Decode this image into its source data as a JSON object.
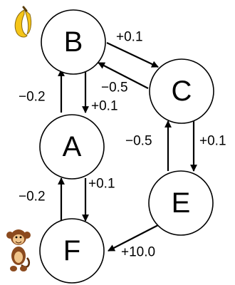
{
  "nodes": [
    {
      "id": "B",
      "label": "B"
    },
    {
      "id": "A",
      "label": "A"
    },
    {
      "id": "F",
      "label": "F"
    },
    {
      "id": "C",
      "label": "C"
    },
    {
      "id": "E",
      "label": "E"
    }
  ],
  "edges": [
    {
      "from": "B",
      "to": "C",
      "label": "+0.1"
    },
    {
      "from": "C",
      "to": "B",
      "label": "−0.5"
    },
    {
      "from": "A",
      "to": "B",
      "label": "−0.2"
    },
    {
      "from": "B",
      "to": "A",
      "label": "+0.1"
    },
    {
      "from": "F",
      "to": "A",
      "label": "−0.2"
    },
    {
      "from": "A",
      "to": "F",
      "label": "+0.1"
    },
    {
      "from": "E",
      "to": "C",
      "label": "−0.5"
    },
    {
      "from": "C",
      "to": "E",
      "label": "+0.1"
    },
    {
      "from": "E",
      "to": "F",
      "label": "+10.0"
    }
  ],
  "icons": {
    "banana": "banana-icon",
    "monkey": "monkey-icon"
  },
  "colors": {
    "banana": "#F5C518",
    "banana_dark": "#C9961A",
    "monkey_fur": "#8B4A1E",
    "monkey_face": "#F0C48A"
  }
}
